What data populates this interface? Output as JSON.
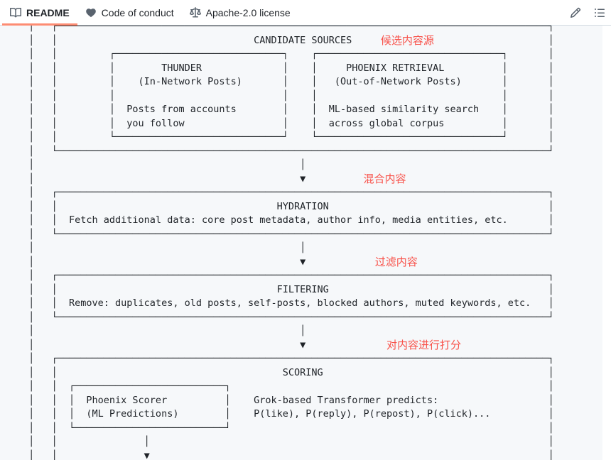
{
  "header": {
    "tabs": [
      {
        "label": "README",
        "icon": "book-icon",
        "active": true
      },
      {
        "label": "Code of conduct",
        "icon": "code-of-conduct-icon",
        "active": false
      },
      {
        "label": "Apache-2.0 license",
        "icon": "law-icon",
        "active": false
      }
    ],
    "actions": [
      {
        "name": "edit-file",
        "icon": "pencil-icon"
      },
      {
        "name": "outline-toggle",
        "icon": "list-unordered-icon"
      }
    ]
  },
  "colors": {
    "active_tab_underline": "#fd8c73",
    "annotation_red": "#f85149",
    "code_block_bg": "#f6f8fa",
    "code_text": "#1f2328"
  },
  "diagram": {
    "lines": [
      [
        [
          1,
          "│"
        ],
        [
          5,
          "┌┐",
          87
        ]
      ],
      [
        [
          1,
          "│"
        ],
        [
          5,
          "│"
        ],
        [
          40,
          "CANDIDATE SOURCES"
        ],
        [
          91,
          "│"
        ]
      ],
      [
        [
          1,
          "│"
        ],
        [
          5,
          "│"
        ],
        [
          15,
          "┌┐",
          31
        ],
        [
          50,
          "┌┐",
          34
        ],
        [
          91,
          "│"
        ]
      ],
      [
        [
          1,
          "│"
        ],
        [
          5,
          "│"
        ],
        [
          15,
          "│"
        ],
        [
          24,
          "THUNDER"
        ],
        [
          45,
          "│"
        ],
        [
          50,
          "│"
        ],
        [
          56,
          "PHOENIX RETRIEVAL"
        ],
        [
          83,
          "│"
        ],
        [
          91,
          "│"
        ]
      ],
      [
        [
          1,
          "│"
        ],
        [
          5,
          "│"
        ],
        [
          15,
          "│"
        ],
        [
          20,
          "(In-Network Posts)"
        ],
        [
          45,
          "│"
        ],
        [
          50,
          "│"
        ],
        [
          54,
          "(Out-of-Network Posts)"
        ],
        [
          83,
          "│"
        ],
        [
          91,
          "│"
        ]
      ],
      [
        [
          1,
          "│"
        ],
        [
          5,
          "│"
        ],
        [
          15,
          "│"
        ],
        [
          45,
          "│"
        ],
        [
          50,
          "│"
        ],
        [
          83,
          "│"
        ],
        [
          91,
          "│"
        ]
      ],
      [
        [
          1,
          "│"
        ],
        [
          5,
          "│"
        ],
        [
          15,
          "│"
        ],
        [
          18,
          "Posts from accounts"
        ],
        [
          45,
          "│"
        ],
        [
          50,
          "│"
        ],
        [
          53,
          "ML-based similarity search"
        ],
        [
          83,
          "│"
        ],
        [
          91,
          "│"
        ]
      ],
      [
        [
          1,
          "│"
        ],
        [
          5,
          "│"
        ],
        [
          15,
          "│"
        ],
        [
          18,
          "you follow"
        ],
        [
          45,
          "│"
        ],
        [
          50,
          "│"
        ],
        [
          53,
          "across global corpus"
        ],
        [
          83,
          "│"
        ],
        [
          91,
          "│"
        ]
      ],
      [
        [
          1,
          "│"
        ],
        [
          5,
          "│"
        ],
        [
          15,
          "└┘",
          31
        ],
        [
          50,
          "└┘",
          34
        ],
        [
          91,
          "│"
        ]
      ],
      [
        [
          1,
          "│"
        ],
        [
          5,
          "└┘",
          87
        ]
      ],
      [
        [
          1,
          "│"
        ],
        [
          48,
          "│"
        ]
      ],
      [
        [
          1,
          "│"
        ],
        [
          48,
          "▼"
        ]
      ],
      [
        [
          1,
          "│"
        ],
        [
          5,
          "┌┐",
          87
        ]
      ],
      [
        [
          1,
          "│"
        ],
        [
          5,
          "│"
        ],
        [
          44,
          "HYDRATION"
        ],
        [
          91,
          "│"
        ]
      ],
      [
        [
          1,
          "│"
        ],
        [
          5,
          "│"
        ],
        [
          8,
          "Fetch additional data: core post metadata, author info, media entities, etc."
        ],
        [
          91,
          "│"
        ]
      ],
      [
        [
          1,
          "│"
        ],
        [
          5,
          "└┘",
          87
        ]
      ],
      [
        [
          1,
          "│"
        ],
        [
          48,
          "│"
        ]
      ],
      [
        [
          1,
          "│"
        ],
        [
          48,
          "▼"
        ]
      ],
      [
        [
          1,
          "│"
        ],
        [
          5,
          "┌┐",
          87
        ]
      ],
      [
        [
          1,
          "│"
        ],
        [
          5,
          "│"
        ],
        [
          44,
          "FILTERING"
        ],
        [
          91,
          "│"
        ]
      ],
      [
        [
          1,
          "│"
        ],
        [
          5,
          "│"
        ],
        [
          8,
          "Remove: duplicates, old posts, self-posts, blocked authors, muted keywords, etc."
        ],
        [
          91,
          "│"
        ]
      ],
      [
        [
          1,
          "│"
        ],
        [
          5,
          "└┘",
          87
        ]
      ],
      [
        [
          1,
          "│"
        ],
        [
          48,
          "│"
        ]
      ],
      [
        [
          1,
          "│"
        ],
        [
          48,
          "▼"
        ]
      ],
      [
        [
          1,
          "│"
        ],
        [
          5,
          "┌┐",
          87
        ]
      ],
      [
        [
          1,
          "│"
        ],
        [
          5,
          "│"
        ],
        [
          45,
          "SCORING"
        ],
        [
          91,
          "│"
        ]
      ],
      [
        [
          1,
          "│"
        ],
        [
          5,
          "│"
        ],
        [
          8,
          "┌┐",
          28
        ],
        [
          91,
          "│"
        ]
      ],
      [
        [
          1,
          "│"
        ],
        [
          5,
          "│"
        ],
        [
          8,
          "│"
        ],
        [
          11,
          "Phoenix Scorer"
        ],
        [
          35,
          "│"
        ],
        [
          40,
          "Grok-based Transformer predicts:"
        ],
        [
          91,
          "│"
        ]
      ],
      [
        [
          1,
          "│"
        ],
        [
          5,
          "│"
        ],
        [
          8,
          "│"
        ],
        [
          11,
          "(ML Predictions)"
        ],
        [
          35,
          "│"
        ],
        [
          40,
          "P(like), P(reply), P(repost), P(click)..."
        ],
        [
          91,
          "│"
        ]
      ],
      [
        [
          1,
          "│"
        ],
        [
          5,
          "│"
        ],
        [
          8,
          "└┘",
          28
        ],
        [
          91,
          "│"
        ]
      ],
      [
        [
          1,
          "│"
        ],
        [
          5,
          "│"
        ],
        [
          21,
          "│"
        ],
        [
          91,
          "│"
        ]
      ],
      [
        [
          1,
          "│"
        ],
        [
          5,
          "│"
        ],
        [
          21,
          "▼"
        ],
        [
          91,
          "│"
        ]
      ]
    ],
    "annotations": [
      {
        "row": 1,
        "col": 62,
        "text": "候选内容源"
      },
      {
        "row": 11,
        "col": 59,
        "text": "混合内容"
      },
      {
        "row": 17,
        "col": 61,
        "text": "过滤内容"
      },
      {
        "row": 23,
        "col": 63,
        "text": "对内容进行打分"
      }
    ]
  }
}
